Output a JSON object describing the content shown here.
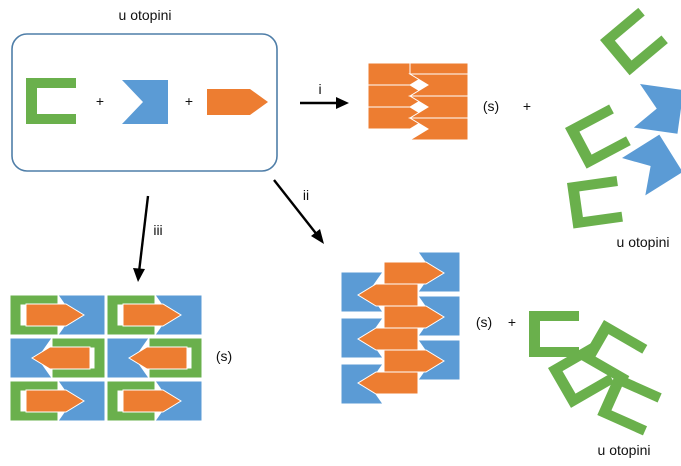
{
  "labels": {
    "in_solution_top": "u otopini",
    "plus": "+",
    "arrow_i": "i",
    "arrow_ii": "ii",
    "arrow_iii": "iii",
    "solid": "(s)",
    "in_solution_right_top": "u otopini",
    "in_solution_right_bottom": "u otopini"
  },
  "colors": {
    "green": "#6ab04c",
    "blue": "#5b9bd5",
    "orange": "#ed7d31",
    "box_border": "#4f7ea8",
    "arrow": "#000000"
  },
  "pieces": {
    "green": "green-bracket-shape",
    "blue": "blue-chevron-shape",
    "orange": "orange-arrow-shape"
  }
}
